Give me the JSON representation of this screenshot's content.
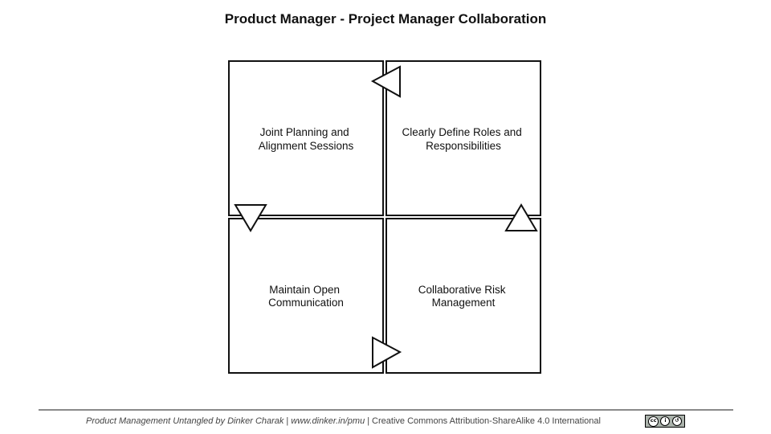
{
  "title": "Product Manager - Project Manager Collaboration",
  "diagram": {
    "quadrants": [
      {
        "id": "top-left",
        "lines": [
          "Joint Planning and",
          "Alignment Sessions"
        ]
      },
      {
        "id": "top-right",
        "lines": [
          "Clearly Define Roles and",
          "Responsibilities"
        ]
      },
      {
        "id": "bottom-left",
        "lines": [
          "Maintain Open",
          "Communication"
        ]
      },
      {
        "id": "bottom-right",
        "lines": [
          "Collaborative Risk",
          "Management"
        ]
      }
    ],
    "flow": [
      "top-right → top-left",
      "top-left → bottom-left",
      "bottom-left → bottom-right",
      "bottom-right → top-right"
    ]
  },
  "footer": {
    "book": "Product Management Untangled by Dinker Charak",
    "url": "www.dinker.in/pmu",
    "license": "Creative Commons Attribution-ShareAlike 4.0 International",
    "badge_icons": [
      "cc-icon",
      "by-icon",
      "sa-icon"
    ]
  }
}
